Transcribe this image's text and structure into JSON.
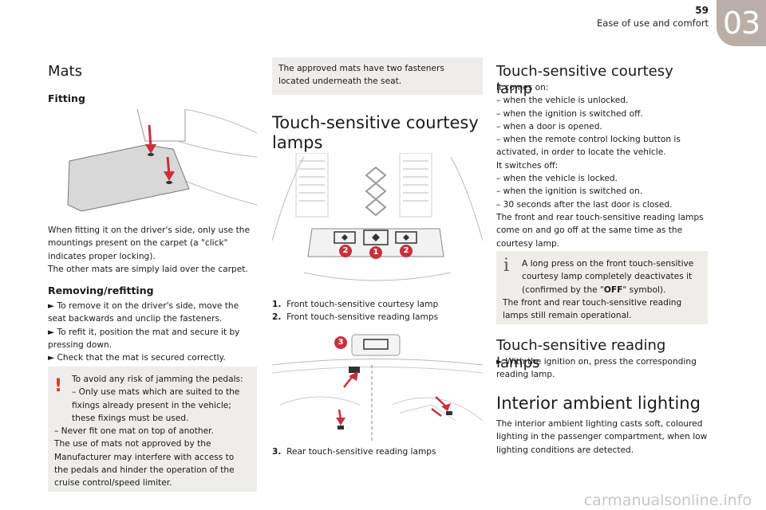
{
  "header": {
    "page_number": "59",
    "section_title": "Ease of use and comfort",
    "chapter": "03"
  },
  "col1": {
    "mats_title": "Mats",
    "fitting_title": "Fitting",
    "fitting_text": "When fitting it on the driver's side, only use the mountings present on the carpet (a \"click\" indicates proper locking).",
    "fitting_text2": "The other mats are simply laid over the carpet.",
    "removing_title": "Removing/refitting",
    "steps": [
      "► To remove it on the driver's side, move the seat backwards and unclip the fasteners.",
      "► To refit it, position the mat and secure it by pressing down.",
      "► Check that the mat is secured correctly."
    ],
    "warning_lines": [
      "To avoid any risk of jamming the pedals:",
      "– Only use mats which are suited to the fixings already present in the vehicle; these fixings must be used.",
      "– Never fit one mat on top of another.",
      "The use of mats not approved by the Manufacturer may interfere with access to the pedals and hinder the operation of the cruise control/speed limiter."
    ]
  },
  "col2": {
    "note": "The approved mats have two fasteners located underneath the seat.",
    "title": "Touch-sensitive courtesy lamps",
    "badge1": "1",
    "badge2": "2",
    "badge3": "3",
    "legend1_num": "1.",
    "legend1_text": "Front touch-sensitive courtesy lamp",
    "legend2_num": "2.",
    "legend2_text": "Front touch-sensitive reading lamps",
    "legend3_num": "3.",
    "legend3_text": "Rear touch-sensitive reading lamps"
  },
  "col3": {
    "courtesy_title": "Touch-sensitive courtesy lamp",
    "comes_on": "It comes on:",
    "on_items": [
      "– when the vehicle is unlocked.",
      "– when the ignition is switched off.",
      "– when a door is opened.",
      "– when the remote control locking button is activated, in order to locate the vehicle."
    ],
    "switches_off": "It switches off:",
    "off_items": [
      "– when the vehicle is locked.",
      "– when the ignition is switched on.",
      "– 30 seconds after the last door is closed."
    ],
    "front_rear_text": "The front and rear touch-sensitive reading lamps come on and go off at the same time as the courtesy lamp.",
    "info_pre": "A long press on the front touch-sensitive courtesy lamp completely deactivates it (confirmed by the \"",
    "info_off": "OFF",
    "info_post": "\" symbol).",
    "info_text2": "The front and rear touch-sensitive reading lamps still remain operational.",
    "reading_title": "Touch-sensitive reading lamps",
    "reading_text": "► With the ignition on, press the corresponding reading lamp.",
    "ambient_title": "Interior ambient lighting",
    "ambient_text": "The interior ambient lighting casts soft, coloured lighting in the passenger compartment, when low lighting conditions are detected."
  },
  "footer": {
    "watermark": "carmanualsonline.info"
  },
  "colors": {
    "accent_red": "#c8303c",
    "box_bg": "#efedea",
    "chapter_tab": "#b9afa6"
  }
}
